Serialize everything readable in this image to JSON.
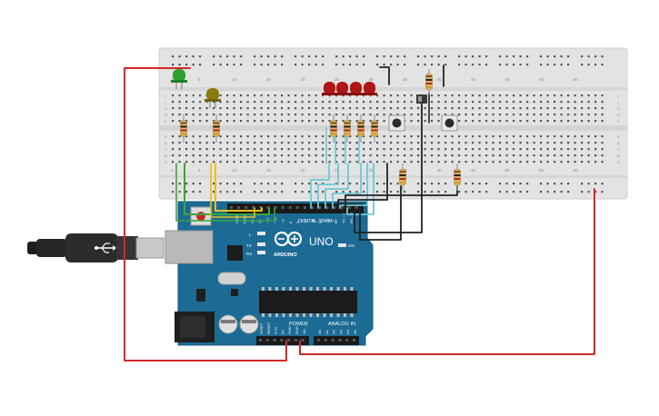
{
  "breadboard": {
    "column_numbers": [
      "1",
      "5",
      "10",
      "15",
      "20",
      "25",
      "30",
      "35",
      "40",
      "45",
      "50",
      "55",
      "60"
    ],
    "row_letters_top": [
      "J",
      "I",
      "H",
      "G",
      "F"
    ],
    "row_letters_bottom": [
      "E",
      "D",
      "C",
      "B",
      "A"
    ]
  },
  "arduino": {
    "brand": "ARDUINO",
    "model": "UNO",
    "digital_label": "DIGITAL (PWM~)",
    "power_label": "POWER",
    "analog_label": "ANALOG IN",
    "on_label": "ON",
    "led_labels": [
      "L",
      "TX",
      "RX"
    ],
    "digital_pins": [
      "AREF",
      "GND",
      "13",
      "12",
      "~11",
      "~10",
      "~9",
      "8",
      "7",
      "~6",
      "~5",
      "4",
      "~3",
      "2",
      "TX→1",
      "RX←0"
    ],
    "power_pins": [
      "IOREF",
      "RESET",
      "3.3V",
      "5V",
      "GND",
      "GND",
      "Vin"
    ],
    "analog_pins": [
      "A0",
      "A1",
      "A2",
      "A3",
      "A4",
      "A5"
    ]
  },
  "colors": {
    "board_blue": "#1b6b95",
    "breadboard": "#e4e4e4",
    "wire_red": "#d62828",
    "wire_green": "#3aa63a",
    "wire_yellow": "#e5c21b",
    "wire_cyan": "#6cc9d6",
    "wire_black": "#222222",
    "led_red": "#b01414",
    "led_green": "#2e9e2e",
    "led_yellow": "#8c7a10"
  },
  "components": {
    "red_led_count": 4,
    "pushbutton_count": 2
  }
}
